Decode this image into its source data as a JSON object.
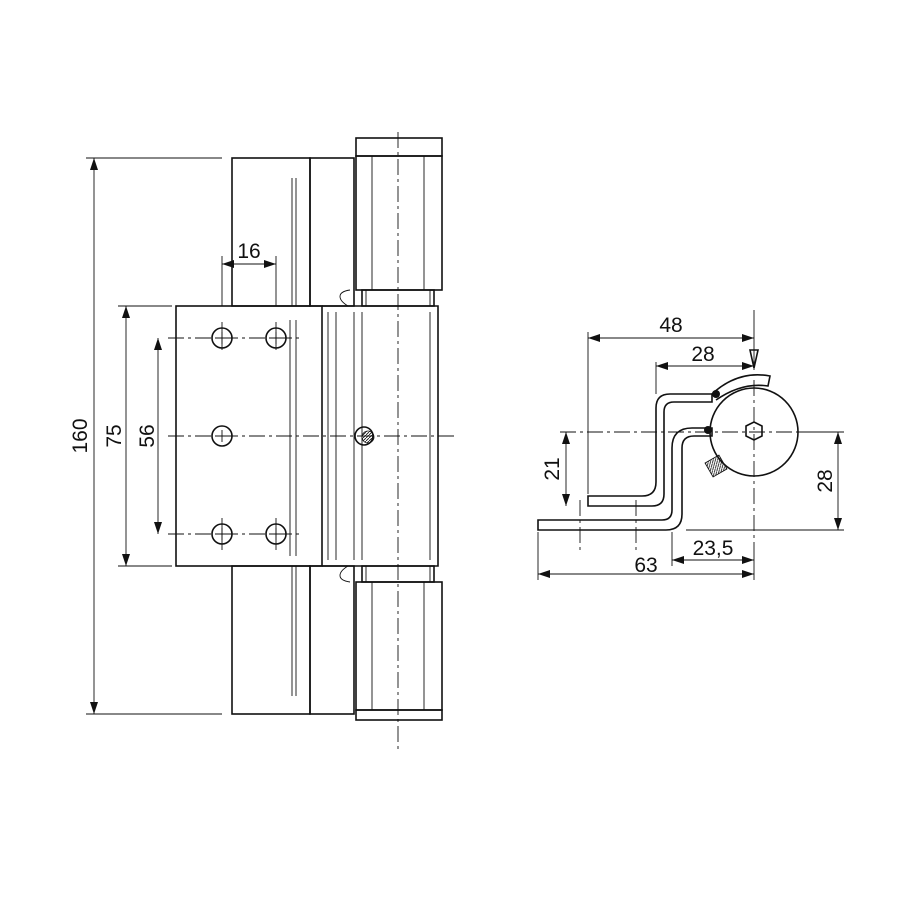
{
  "dimensions": {
    "overall_height": "160",
    "leaf_height": "75",
    "hole_spacing_vertical": "56",
    "hole_spacing_horizontal": "16",
    "depth_total": "48",
    "depth_pivot": "28",
    "offset_vertical": "21",
    "height_side": "28",
    "width_total": "63",
    "width_offset": "23,5"
  }
}
